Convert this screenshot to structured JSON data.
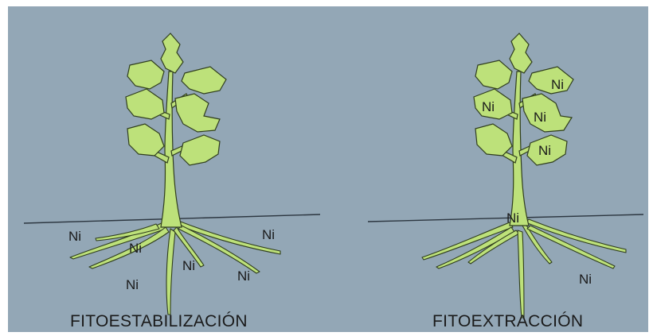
{
  "panels": [
    {
      "caption": "FITOESTABILIZACIÓN",
      "labels": [
        "Ni",
        "Ni",
        "Ni",
        "Ni",
        "Ni",
        "Ni"
      ]
    },
    {
      "caption": "FITOEXTRACCIÓN",
      "labels": [
        "Ni",
        "Ni",
        "Ni",
        "Ni",
        "Ni",
        "Ni"
      ]
    }
  ],
  "colors": {
    "background": "#93a7b6",
    "plant": "#bde17a",
    "outline": "#2f3d1d",
    "ground_line": "#2c3640"
  }
}
